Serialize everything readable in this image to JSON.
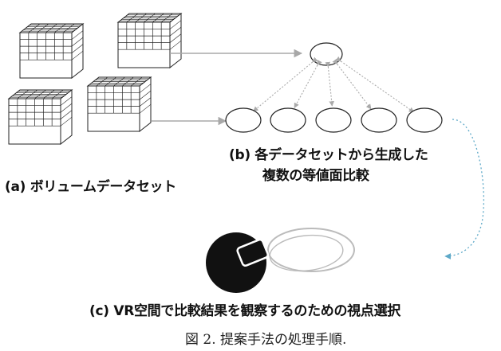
{
  "labels": {
    "volume_data": "(a) ボリュームデータセット",
    "comparison_line1": "(b) 各データセットから生成した",
    "comparison_line2": "複数の等値面比較",
    "viewpoint": "(c) VR空間で比較結果を観察するのための視点選択"
  },
  "figure_caption": "図 2. 提案手法の処理手順.",
  "colors": {
    "arrow": "#a8a8a8",
    "dotted_arrow": "#5ea9c8",
    "stroke": "#222222",
    "ring": "#bbbbbb"
  },
  "icons": [
    "volume-cube-icon",
    "isosurface-node-icon",
    "vr-headset-icon"
  ]
}
